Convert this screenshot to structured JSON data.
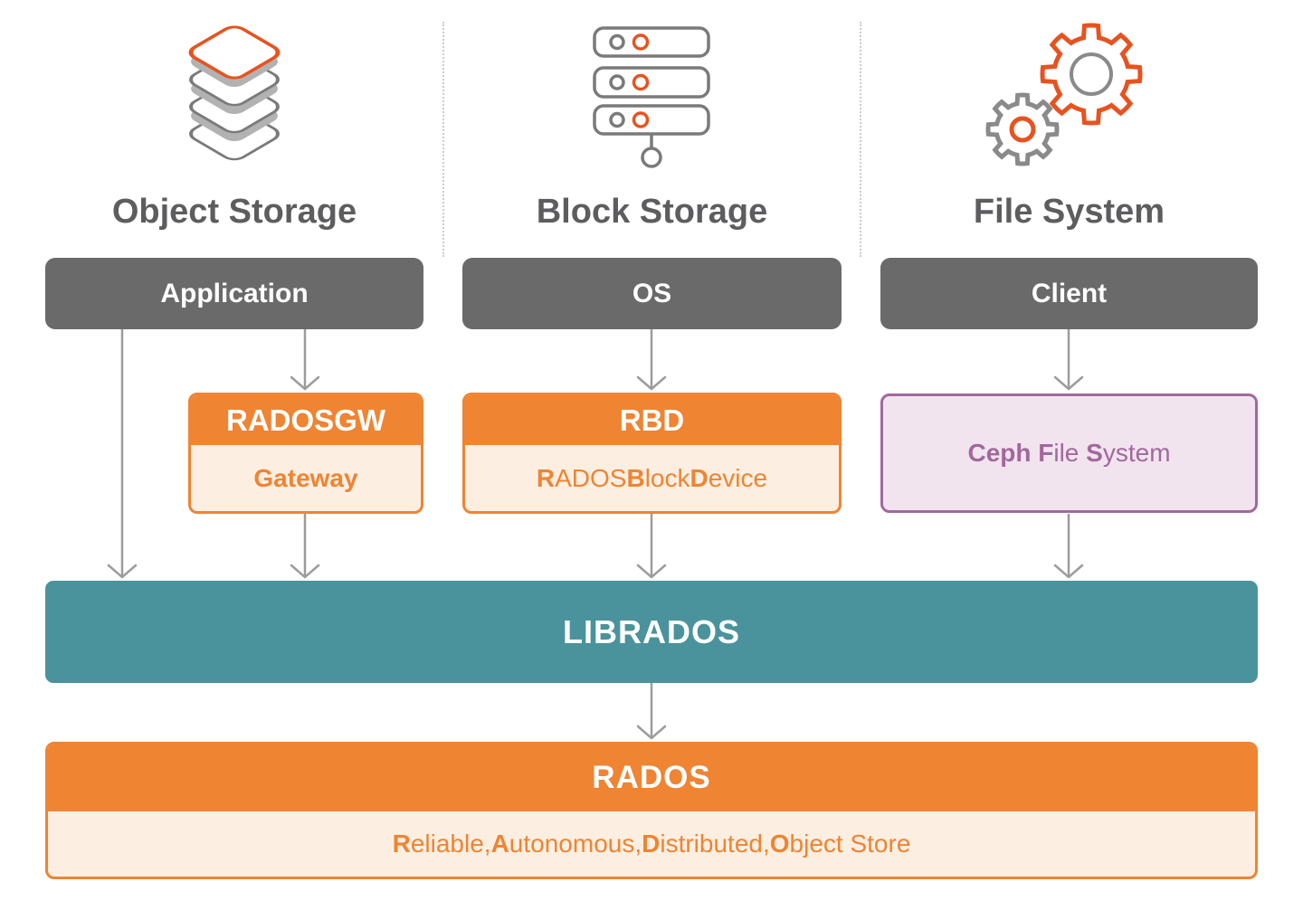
{
  "columns": {
    "object_storage": {
      "heading": "Object Storage",
      "icon": "layers-stack-icon",
      "top_box_label": "Application",
      "stack_title": "RADOSGW",
      "stack_subtitle": [
        {
          "t": "Gateway",
          "b": true
        }
      ]
    },
    "block_storage": {
      "heading": "Block Storage",
      "icon": "server-stack-icon",
      "top_box_label": "OS",
      "stack_title": "RBD",
      "stack_subtitle": [
        {
          "t": "R",
          "b": true
        },
        {
          "t": "ADOS ",
          "b": false
        },
        {
          "t": "B",
          "b": true
        },
        {
          "t": "lock ",
          "b": false
        },
        {
          "t": "D",
          "b": true
        },
        {
          "t": "evice",
          "b": false
        }
      ]
    },
    "file_system": {
      "heading": "File System",
      "icon": "gears-icon",
      "top_box_label": "Client",
      "stack_label": [
        {
          "t": "Ceph F",
          "b": true
        },
        {
          "t": "ile ",
          "b": false
        },
        {
          "t": "S",
          "b": true
        },
        {
          "t": "ystem",
          "b": false
        }
      ]
    }
  },
  "librados": {
    "label": "LIBRADOS"
  },
  "rados": {
    "title": "RADOS",
    "subtitle": [
      {
        "t": "R",
        "b": true
      },
      {
        "t": "eliable, ",
        "b": false
      },
      {
        "t": "A",
        "b": true
      },
      {
        "t": "utonomous, ",
        "b": false
      },
      {
        "t": "D",
        "b": true
      },
      {
        "t": "istributed, ",
        "b": false
      },
      {
        "t": "O",
        "b": true
      },
      {
        "t": "bject Store",
        "b": false
      }
    ]
  },
  "colors": {
    "accent_orange": "#ef8432",
    "accent_orange_light": "#fcefe2",
    "icon_orange": "#e8521f",
    "teal": "#4a939c",
    "box_gray": "#6a6a6a",
    "purple": "#a2689e",
    "purple_light": "#f2e4ee",
    "heading_gray": "#5d5d5f",
    "line_gray": "#9c9c9c",
    "icon_gray": "#7a7a7a",
    "shadow_gray": "#b2b2b2",
    "divider_gray": "#cccccc"
  }
}
